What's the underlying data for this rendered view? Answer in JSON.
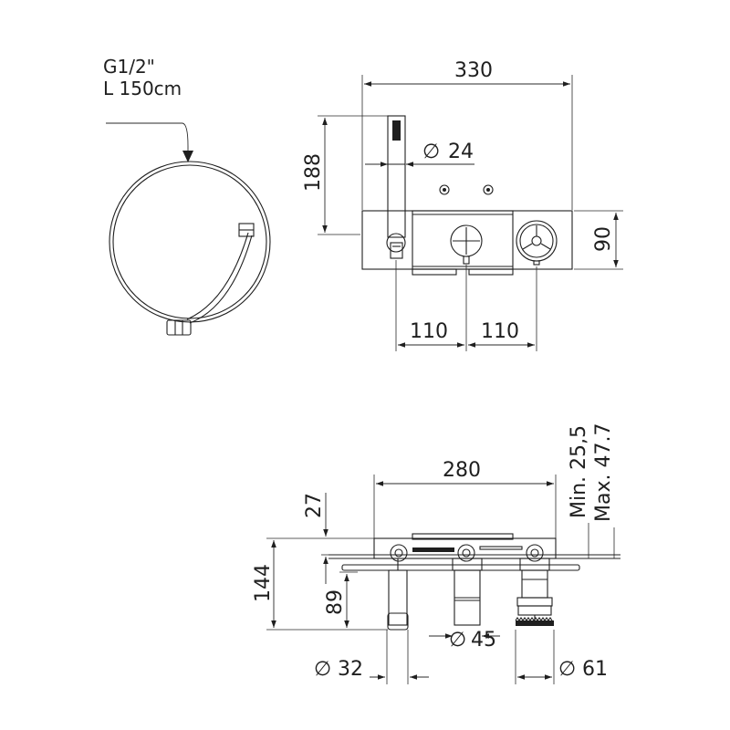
{
  "hose": {
    "thread": "G1/2\"",
    "length": "L 150cm"
  },
  "top_view": {
    "width": "330",
    "height_handshower": "188",
    "diameter_handshower": "24",
    "panel_depth": "90",
    "spacing_left": "110",
    "spacing_right": "110"
  },
  "front_view": {
    "width": "280",
    "min_label": "Min. 25,5",
    "max_label": "Max. 47.7",
    "height_27": "27",
    "height_144": "144",
    "height_89": "89",
    "diameter_45": "45",
    "diameter_32": "32",
    "diameter_61": "61"
  },
  "symbols": {
    "diameter": "∅"
  }
}
